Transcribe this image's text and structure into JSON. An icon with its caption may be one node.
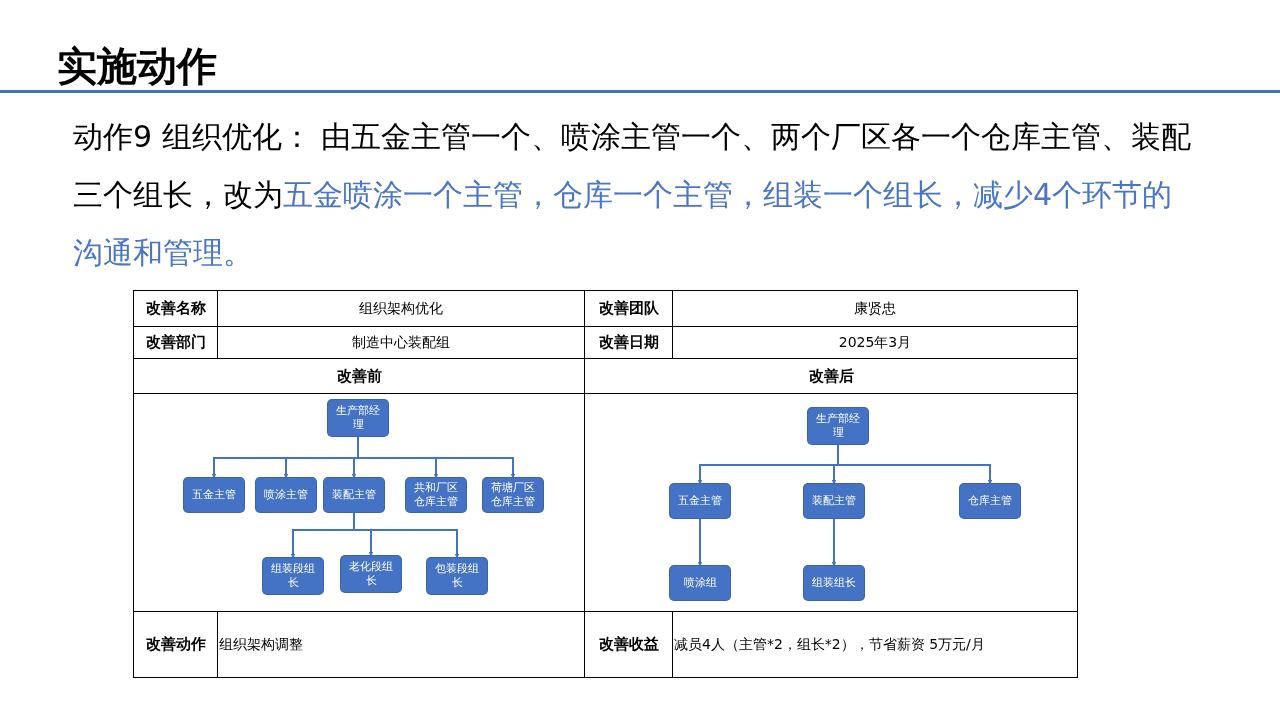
{
  "diagram": {
    "title": "实施动作",
    "nodes": [
      {
        "text": [
          "生产部经理"
        ]
      },
      {
        "text": [
          "五金主管"
        ]
      },
      {
        "text": [
          "喷涂主管"
        ]
      },
      {
        "text": [
          "装配主管"
        ]
      },
      {
        "text": [
          "共和厂区仓库主管"
        ]
      },
      {
        "text": [
          "荷塘厂区仓库主管"
        ]
      },
      {
        "text": [
          "组装段组长"
        ]
      },
      {
        "text": [
          "老化段组长"
        ]
      },
      {
        "text": [
          "包装段组长"
        ]
      },
      {
        "text": [
          "生产部经理"
        ]
      },
      {
        "text": [
          "五金主管"
        ]
      },
      {
        "text": [
          "装配主管"
        ]
      },
      {
        "text": [
          "仓库主管"
        ]
      },
      {
        "text": [
          "喷涂组"
        ]
      },
      {
        "text": [
          "组装组长"
        ]
      }
    ],
    "edges": [
      {
        "from": 0,
        "to": 1,
        "arrow": "to"
      },
      {
        "from": 0,
        "to": 2,
        "arrow": "to"
      },
      {
        "from": 0,
        "to": 3,
        "arrow": "to"
      },
      {
        "from": 0,
        "to": 4,
        "arrow": "to"
      },
      {
        "from": 0,
        "to": 5,
        "arrow": "to"
      },
      {
        "from": 3,
        "to": 6,
        "arrow": "to"
      },
      {
        "from": 3,
        "to": 7,
        "arrow": "to"
      },
      {
        "from": 3,
        "to": 8,
        "arrow": "to"
      },
      {
        "from": 9,
        "to": 10,
        "arrow": "to"
      },
      {
        "from": 9,
        "to": 11,
        "arrow": "to"
      },
      {
        "from": 9,
        "to": 12,
        "arrow": "to"
      },
      {
        "from": 10,
        "to": 13,
        "arrow": "to"
      },
      {
        "from": 11,
        "to": 14,
        "arrow": "to"
      }
    ],
    "labels": [
      "动作9 组织优化： 由五金主管一个、喷涂主管一个、两个厂区各一个仓库主管、装配三个组长，改为",
      "五金喷涂一个主管，仓库一个主管，组装一个组长，减少4个环节的沟通和管理。",
      "改善名称",
      "组织架构优化",
      "改善团队",
      "康贤忠",
      "改善部门",
      "制造中心装配组",
      "改善日期",
      "2025年3月",
      "改善前",
      "改善后",
      "改善动作",
      "组织架构调整",
      "改善收益",
      "减员4人（主管*2，组长*2），节省薪资 5万元/月"
    ]
  }
}
